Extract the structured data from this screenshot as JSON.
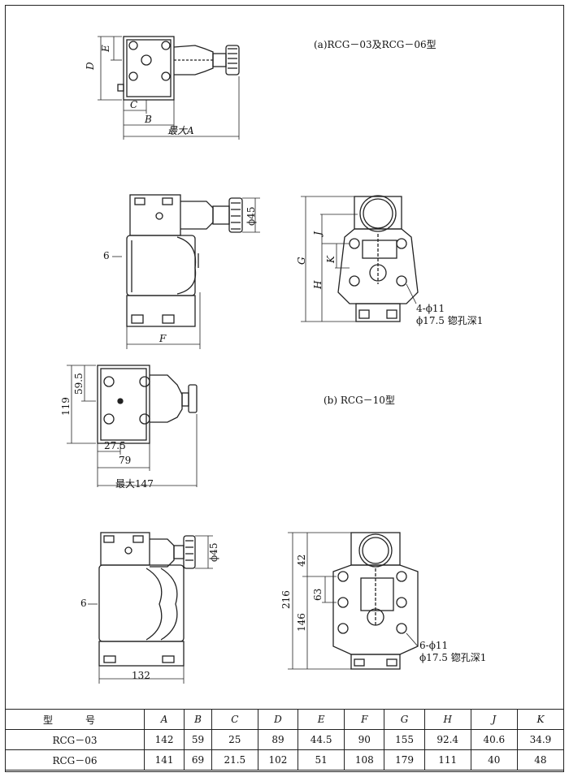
{
  "captions": {
    "a": "(a)RCG－03及RCG－06型",
    "b": "(b) RCG－10型"
  },
  "view_a_top": {
    "D": "D",
    "E": "E",
    "C": "C",
    "B": "B",
    "maxA": "最大A"
  },
  "view_a_front": {
    "six": "6",
    "F": "F",
    "phi45": "ϕ45"
  },
  "view_a_side": {
    "G": "G",
    "H": "H",
    "J": "J",
    "K": "K",
    "holes_line1": "4-ϕ11",
    "holes_line2": "ϕ17.5 锪孔深1"
  },
  "view_b_top": {
    "h119": "119",
    "h59_5": "59.5",
    "d27_5": "27.5",
    "d79": "79",
    "max147": "最大147"
  },
  "view_b_front": {
    "six": "6",
    "phi45": "ϕ45",
    "w132": "132"
  },
  "view_b_side": {
    "h216": "216",
    "h146": "146",
    "h42": "42",
    "h63": "63",
    "holes_line1": "6-ϕ11",
    "holes_line2": "ϕ17.5 锪孔深1"
  },
  "table": {
    "headers": [
      "型　号",
      "A",
      "B",
      "C",
      "D",
      "E",
      "F",
      "G",
      "H",
      "J",
      "K"
    ],
    "rows": [
      [
        "RCG－03",
        "142",
        "59",
        "25",
        "89",
        "44.5",
        "90",
        "155",
        "92.4",
        "40.6",
        "34.9"
      ],
      [
        "RCG－06",
        "141",
        "69",
        "21.5",
        "102",
        "51",
        "108",
        "179",
        "111",
        "40",
        "48"
      ]
    ]
  }
}
